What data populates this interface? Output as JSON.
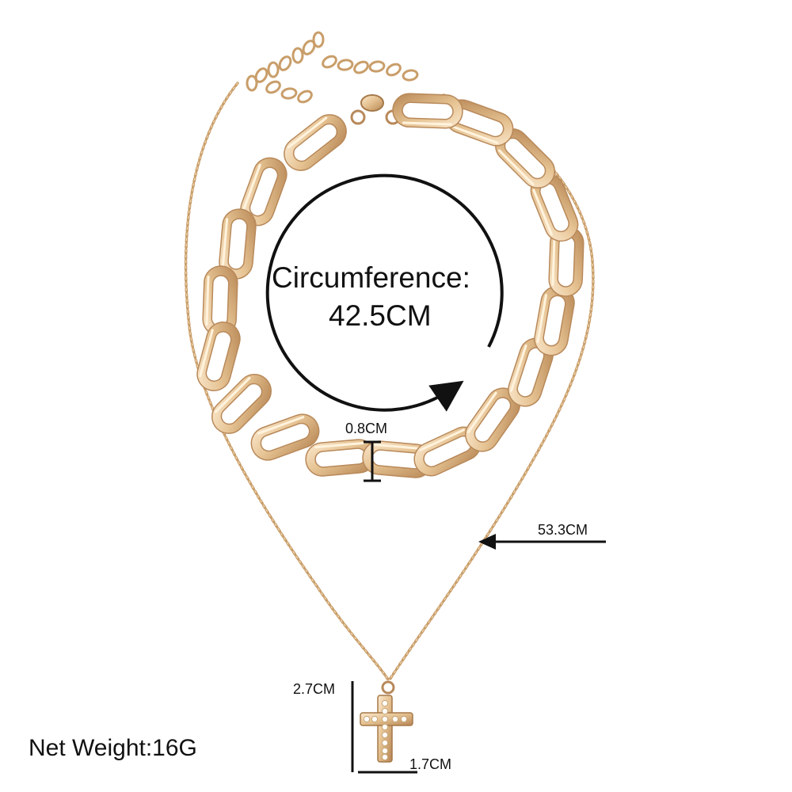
{
  "product": {
    "circumference_title": "Circumference:",
    "circumference_value": "42.5CM",
    "link_width": "0.8CM",
    "pendant_strand_length": "53.3CM",
    "cross_height": "2.7CM",
    "cross_width": "1.7CM",
    "net_weight": "Net Weight:16G"
  },
  "colors": {
    "gold": "#e8c89a",
    "gold_dark": "#b8895a",
    "gold_light": "#fff3dd",
    "ink": "#111111"
  }
}
